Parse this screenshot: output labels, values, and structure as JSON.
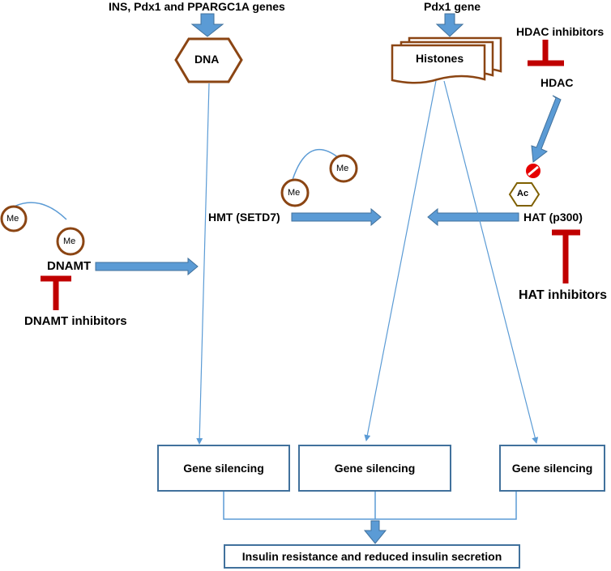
{
  "inputs": {
    "dna_genes": "INS, Pdx1 and PPARGC1A genes",
    "histone_gene": "Pdx1 gene"
  },
  "nodes": {
    "dna": "DNA",
    "histones": "Histones",
    "hdac_inhibitors": "HDAC inhibitors",
    "hdac": "HDAC",
    "ac": "Ac",
    "me_1": "Me",
    "me_2": "Me",
    "me_3": "Me",
    "me_4": "Me",
    "dnamt": "DNAMT",
    "dnamt_inhibitors": "DNAMT inhibitors",
    "hmt": "HMT (SETD7)",
    "hat": "HAT (p300)",
    "hat_inhibitors": "HAT inhibitors"
  },
  "outcomes": {
    "silencing_1": "Gene silencing",
    "silencing_2": "Gene silencing",
    "silencing_3": "Gene silencing",
    "final": "Insulin resistance and reduced insulin secretion"
  },
  "colors": {
    "brown": "#8b4513",
    "arrow_blue": "#5b9bd5",
    "arrow_outline": "#41719c",
    "inhibitor_red": "#c00000",
    "ac_outline": "#7f6000"
  }
}
